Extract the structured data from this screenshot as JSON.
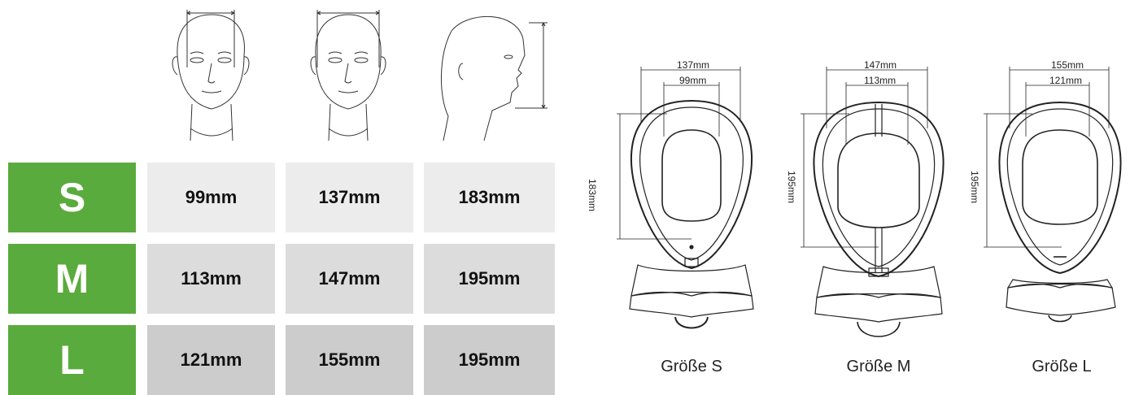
{
  "head_figures": [
    {
      "icon": "head-front-width-icon"
    },
    {
      "icon": "head-front-wide-icon"
    },
    {
      "icon": "head-profile-height-icon"
    }
  ],
  "table": {
    "rows": [
      {
        "size": "S",
        "col1": "99mm",
        "col2": "137mm",
        "col3": "183mm"
      },
      {
        "size": "M",
        "col1": "113mm",
        "col2": "147mm",
        "col3": "195mm"
      },
      {
        "size": "L",
        "col1": "121mm",
        "col2": "155mm",
        "col3": "195mm"
      }
    ],
    "colors": {
      "size_bg": "#5aab3d",
      "row_s": "#ececec",
      "row_m": "#dcdcdc",
      "row_l": "#cccccc"
    }
  },
  "masks": [
    {
      "outer_width": "137mm",
      "inner_width": "99mm",
      "height": "183mm",
      "label": "Größe S"
    },
    {
      "outer_width": "147mm",
      "inner_width": "113mm",
      "height": "195mm",
      "label": "Größe M"
    },
    {
      "outer_width": "155mm",
      "inner_width": "121mm",
      "height": "195mm",
      "label": "Größe L"
    }
  ]
}
